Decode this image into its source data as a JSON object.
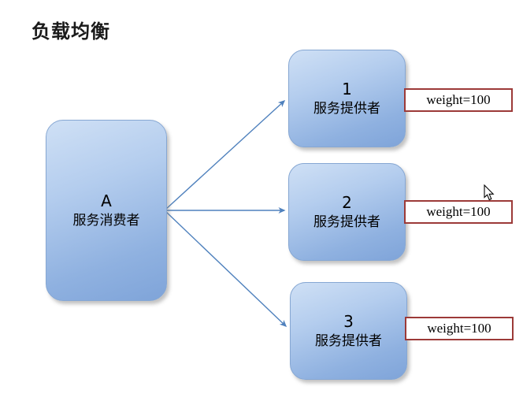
{
  "title": "负载均衡",
  "consumer": {
    "line1": "A",
    "line2": "服务消费者"
  },
  "providers": [
    {
      "line1": "1",
      "line2": "服务提供者",
      "weight": "weight=100"
    },
    {
      "line1": "2",
      "line2": "服务提供者",
      "weight": "weight=100"
    },
    {
      "line1": "3",
      "line2": "服务提供者",
      "weight": "weight=100"
    }
  ],
  "colors": {
    "box_gradient_top": "#cfe0f5",
    "box_gradient_bottom": "#7fa4d9",
    "box_border": "#86a7d3",
    "arrow": "#4f81bd",
    "weight_border": "#9c3a38",
    "title_text": "#1a1a1a"
  }
}
